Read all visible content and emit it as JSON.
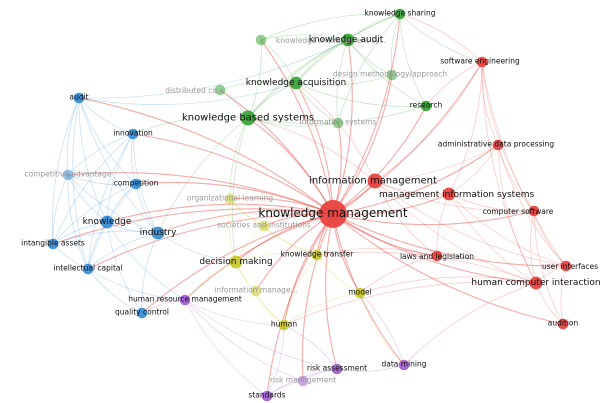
{
  "colors": {
    "red": "#e8423f",
    "green": "#3aa639",
    "blue": "#3a8fd6",
    "yellow": "#c9c92a",
    "purple": "#a463d1",
    "muted_label": "#9a9a9a",
    "label": "#111111"
  },
  "nodes": [
    {
      "id": "km",
      "label": "knowledge management",
      "cluster": "red",
      "weight": 10,
      "muted": false
    },
    {
      "id": "im",
      "label": "information management",
      "cluster": "red",
      "weight": 5,
      "muted": false
    },
    {
      "id": "mis",
      "label": "management information systems",
      "cluster": "red",
      "weight": 4,
      "muted": false
    },
    {
      "id": "se",
      "label": "software engineering",
      "cluster": "red",
      "weight": 3,
      "muted": false
    },
    {
      "id": "adp",
      "label": "administrative data processing",
      "cluster": "red",
      "weight": 3,
      "muted": false
    },
    {
      "id": "cs",
      "label": "computer software",
      "cluster": "red",
      "weight": 3,
      "muted": false
    },
    {
      "id": "ll",
      "label": "laws and legislation",
      "cluster": "red",
      "weight": 3,
      "muted": false
    },
    {
      "id": "ui",
      "label": "user interfaces",
      "cluster": "red",
      "weight": 3,
      "muted": false
    },
    {
      "id": "hci",
      "label": "human computer interaction",
      "cluster": "red",
      "weight": 4,
      "muted": false
    },
    {
      "id": "aud",
      "label": "audition",
      "cluster": "red",
      "weight": 3,
      "muted": false
    },
    {
      "id": "ks",
      "label": "knowledge sharing",
      "cluster": "green",
      "weight": 3,
      "muted": false
    },
    {
      "id": "kms",
      "label": "knowledge management sy...",
      "cluster": "green",
      "weight": 3,
      "muted": true
    },
    {
      "id": "ka",
      "label": "knowledge audit",
      "cluster": "green",
      "weight": 4,
      "muted": false
    },
    {
      "id": "dma",
      "label": "design methodology/approach",
      "cluster": "green",
      "weight": 3,
      "muted": true
    },
    {
      "id": "kacq",
      "label": "knowledge acquisition",
      "cluster": "green",
      "weight": 4,
      "muted": false
    },
    {
      "id": "dist",
      "label": "distributed co...",
      "cluster": "green",
      "weight": 3,
      "muted": true
    },
    {
      "id": "res",
      "label": "research",
      "cluster": "green",
      "weight": 3,
      "muted": false
    },
    {
      "id": "kbs",
      "label": "knowledge based systems",
      "cluster": "green",
      "weight": 5,
      "muted": false
    },
    {
      "id": "infs",
      "label": "information systems",
      "cluster": "green",
      "weight": 3,
      "muted": true
    },
    {
      "id": "audit",
      "label": "audit",
      "cluster": "blue",
      "weight": 3,
      "muted": false
    },
    {
      "id": "inn",
      "label": "innovation",
      "cluster": "blue",
      "weight": 3,
      "muted": false
    },
    {
      "id": "ca",
      "label": "competitive advantage",
      "cluster": "blue",
      "weight": 3,
      "muted": true
    },
    {
      "id": "comp",
      "label": "competition",
      "cluster": "blue",
      "weight": 3,
      "muted": false
    },
    {
      "id": "know",
      "label": "knowledge",
      "cluster": "blue",
      "weight": 4,
      "muted": false
    },
    {
      "id": "ind",
      "label": "industry",
      "cluster": "blue",
      "weight": 4,
      "muted": false
    },
    {
      "id": "ia",
      "label": "intangible assets",
      "cluster": "blue",
      "weight": 3,
      "muted": false
    },
    {
      "id": "ic",
      "label": "intellectual capital",
      "cluster": "blue",
      "weight": 3,
      "muted": false
    },
    {
      "id": "qc",
      "label": "quality control",
      "cluster": "blue",
      "weight": 3,
      "muted": false
    },
    {
      "id": "ol",
      "label": "organizational learning",
      "cluster": "yellow",
      "weight": 3,
      "muted": true
    },
    {
      "id": "si",
      "label": "societies and institutions",
      "cluster": "yellow",
      "weight": 3,
      "muted": true
    },
    {
      "id": "kt",
      "label": "knowledge transfer",
      "cluster": "yellow",
      "weight": 3,
      "muted": false
    },
    {
      "id": "dm",
      "label": "decision making",
      "cluster": "yellow",
      "weight": 4,
      "muted": false
    },
    {
      "id": "infm",
      "label": "information manage...",
      "cluster": "yellow",
      "weight": 3,
      "muted": true
    },
    {
      "id": "model",
      "label": "model",
      "cluster": "yellow",
      "weight": 3,
      "muted": false
    },
    {
      "id": "human",
      "label": "human",
      "cluster": "yellow",
      "weight": 3,
      "muted": false
    },
    {
      "id": "hrm",
      "label": "human resource management",
      "cluster": "purple",
      "weight": 3,
      "muted": false
    },
    {
      "id": "ra",
      "label": "risk assessment",
      "cluster": "purple",
      "weight": 3,
      "muted": false
    },
    {
      "id": "dmin",
      "label": "data mining",
      "cluster": "purple",
      "weight": 3,
      "muted": false
    },
    {
      "id": "rm",
      "label": "risk management",
      "cluster": "purple",
      "weight": 3,
      "muted": true
    },
    {
      "id": "std",
      "label": "standards",
      "cluster": "purple",
      "weight": 3,
      "muted": false
    }
  ],
  "edges": [
    [
      "km",
      "im"
    ],
    [
      "km",
      "mis"
    ],
    [
      "km",
      "se"
    ],
    [
      "km",
      "adp"
    ],
    [
      "km",
      "cs"
    ],
    [
      "km",
      "ll"
    ],
    [
      "km",
      "ui"
    ],
    [
      "km",
      "hci"
    ],
    [
      "km",
      "aud"
    ],
    [
      "km",
      "ks"
    ],
    [
      "km",
      "kms"
    ],
    [
      "km",
      "ka"
    ],
    [
      "km",
      "dma"
    ],
    [
      "km",
      "kacq"
    ],
    [
      "km",
      "dist"
    ],
    [
      "km",
      "res"
    ],
    [
      "km",
      "kbs"
    ],
    [
      "km",
      "infs"
    ],
    [
      "km",
      "audit"
    ],
    [
      "km",
      "inn"
    ],
    [
      "km",
      "ca"
    ],
    [
      "km",
      "comp"
    ],
    [
      "km",
      "know"
    ],
    [
      "km",
      "ind"
    ],
    [
      "km",
      "ia"
    ],
    [
      "km",
      "ic"
    ],
    [
      "km",
      "qc"
    ],
    [
      "km",
      "ol"
    ],
    [
      "km",
      "si"
    ],
    [
      "km",
      "kt"
    ],
    [
      "km",
      "dm"
    ],
    [
      "km",
      "infm"
    ],
    [
      "km",
      "model"
    ],
    [
      "km",
      "human"
    ],
    [
      "km",
      "hrm"
    ],
    [
      "km",
      "ra"
    ],
    [
      "km",
      "dmin"
    ],
    [
      "km",
      "rm"
    ],
    [
      "km",
      "std"
    ],
    [
      "im",
      "mis"
    ],
    [
      "im",
      "se"
    ],
    [
      "im",
      "adp"
    ],
    [
      "im",
      "cs"
    ],
    [
      "im",
      "hci"
    ],
    [
      "im",
      "ui"
    ],
    [
      "im",
      "kbs"
    ],
    [
      "im",
      "kacq"
    ],
    [
      "im",
      "ll"
    ],
    [
      "mis",
      "adp"
    ],
    [
      "mis",
      "cs"
    ],
    [
      "mis",
      "hci"
    ],
    [
      "mis",
      "ui"
    ],
    [
      "mis",
      "se"
    ],
    [
      "mis",
      "ll"
    ],
    [
      "se",
      "adp"
    ],
    [
      "se",
      "cs"
    ],
    [
      "se",
      "ui"
    ],
    [
      "se",
      "hci"
    ],
    [
      "se",
      "res"
    ],
    [
      "se",
      "ks"
    ],
    [
      "adp",
      "cs"
    ],
    [
      "adp",
      "hci"
    ],
    [
      "adp",
      "ui"
    ],
    [
      "cs",
      "ui"
    ],
    [
      "cs",
      "hci"
    ],
    [
      "ui",
      "hci"
    ],
    [
      "hci",
      "aud"
    ],
    [
      "ui",
      "aud"
    ],
    [
      "cs",
      "aud"
    ],
    [
      "hci",
      "kt"
    ],
    [
      "hci",
      "model"
    ],
    [
      "hci",
      "dmin"
    ],
    [
      "hci",
      "human"
    ],
    [
      "ll",
      "model"
    ],
    [
      "ll",
      "kt"
    ],
    [
      "ks",
      "ka"
    ],
    [
      "ks",
      "kms"
    ],
    [
      "ks",
      "kacq"
    ],
    [
      "ks",
      "kbs"
    ],
    [
      "ks",
      "res"
    ],
    [
      "ks",
      "dma"
    ],
    [
      "ks",
      "infs"
    ],
    [
      "ks",
      "se"
    ],
    [
      "ka",
      "kacq"
    ],
    [
      "ka",
      "kbs"
    ],
    [
      "ka",
      "kms"
    ],
    [
      "ka",
      "dma"
    ],
    [
      "ka",
      "infs"
    ],
    [
      "ka",
      "res"
    ],
    [
      "kacq",
      "kbs"
    ],
    [
      "kacq",
      "kms"
    ],
    [
      "kacq",
      "dist"
    ],
    [
      "kacq",
      "infs"
    ],
    [
      "kacq",
      "res"
    ],
    [
      "kacq",
      "dma"
    ],
    [
      "kbs",
      "infs"
    ],
    [
      "kbs",
      "dist"
    ],
    [
      "kbs",
      "kms"
    ],
    [
      "kbs",
      "res"
    ],
    [
      "kbs",
      "ol"
    ],
    [
      "kbs",
      "dm"
    ],
    [
      "kbs",
      "ind"
    ],
    [
      "kbs",
      "inn"
    ],
    [
      "audit",
      "inn"
    ],
    [
      "audit",
      "comp"
    ],
    [
      "audit",
      "know"
    ],
    [
      "audit",
      "ca"
    ],
    [
      "audit",
      "ic"
    ],
    [
      "audit",
      "ia"
    ],
    [
      "audit",
      "ka"
    ],
    [
      "audit",
      "kacq"
    ],
    [
      "audit",
      "ind"
    ],
    [
      "inn",
      "comp"
    ],
    [
      "inn",
      "know"
    ],
    [
      "inn",
      "ca"
    ],
    [
      "inn",
      "ind"
    ],
    [
      "inn",
      "ic"
    ],
    [
      "inn",
      "ia"
    ],
    [
      "ca",
      "comp"
    ],
    [
      "ca",
      "know"
    ],
    [
      "ca",
      "ia"
    ],
    [
      "ca",
      "ic"
    ],
    [
      "ca",
      "ind"
    ],
    [
      "comp",
      "know"
    ],
    [
      "comp",
      "ind"
    ],
    [
      "comp",
      "ic"
    ],
    [
      "comp",
      "ia"
    ],
    [
      "know",
      "ind"
    ],
    [
      "know",
      "ia"
    ],
    [
      "know",
      "ic"
    ],
    [
      "know",
      "qc"
    ],
    [
      "know",
      "hrm"
    ],
    [
      "ind",
      "ic"
    ],
    [
      "ind",
      "ia"
    ],
    [
      "ind",
      "qc"
    ],
    [
      "ind",
      "dm"
    ],
    [
      "ia",
      "ic"
    ],
    [
      "ic",
      "qc"
    ],
    [
      "ic",
      "hrm"
    ],
    [
      "ol",
      "dm"
    ],
    [
      "ol",
      "si"
    ],
    [
      "ol",
      "kt"
    ],
    [
      "si",
      "kt"
    ],
    [
      "si",
      "dm"
    ],
    [
      "kt",
      "dm"
    ],
    [
      "kt",
      "model"
    ],
    [
      "kt",
      "human"
    ],
    [
      "dm",
      "infm"
    ],
    [
      "dm",
      "human"
    ],
    [
      "dm",
      "hrm"
    ],
    [
      "infm",
      "human"
    ],
    [
      "model",
      "human"
    ],
    [
      "model",
      "dmin"
    ],
    [
      "hrm",
      "human"
    ],
    [
      "hrm",
      "ra"
    ],
    [
      "hrm",
      "rm"
    ],
    [
      "hrm",
      "qc"
    ],
    [
      "hrm",
      "std"
    ],
    [
      "ra",
      "rm"
    ],
    [
      "ra",
      "std"
    ],
    [
      "ra",
      "dmin"
    ],
    [
      "ra",
      "human"
    ],
    [
      "rm",
      "std"
    ],
    [
      "std",
      "human"
    ],
    [
      "dmin",
      "model"
    ]
  ]
}
